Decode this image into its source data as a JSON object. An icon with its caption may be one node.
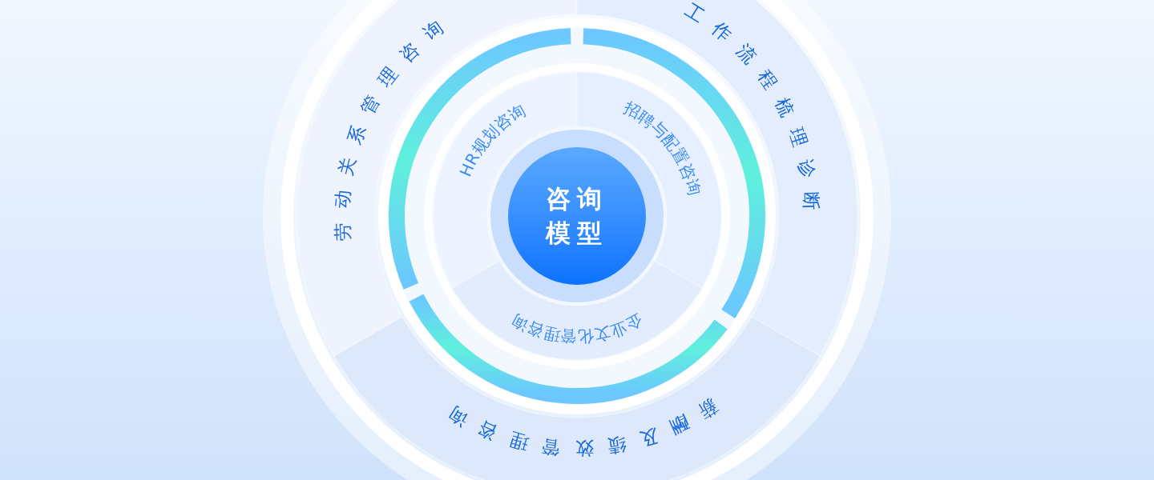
{
  "diagram": {
    "nodes": [
      {
        "text": [
          "咨询模型"
        ]
      },
      {
        "text": [
          "HR规划咨询"
        ]
      },
      {
        "text": [
          "招聘与配置咨询"
        ]
      },
      {
        "text": [
          "企业文化管理咨询"
        ]
      },
      {
        "text": [
          "劳动关系管理咨询"
        ]
      },
      {
        "text": [
          "工作流程梳理诊断"
        ]
      },
      {
        "text": [
          "薪酬及绩效管理咨询"
        ]
      }
    ]
  }
}
